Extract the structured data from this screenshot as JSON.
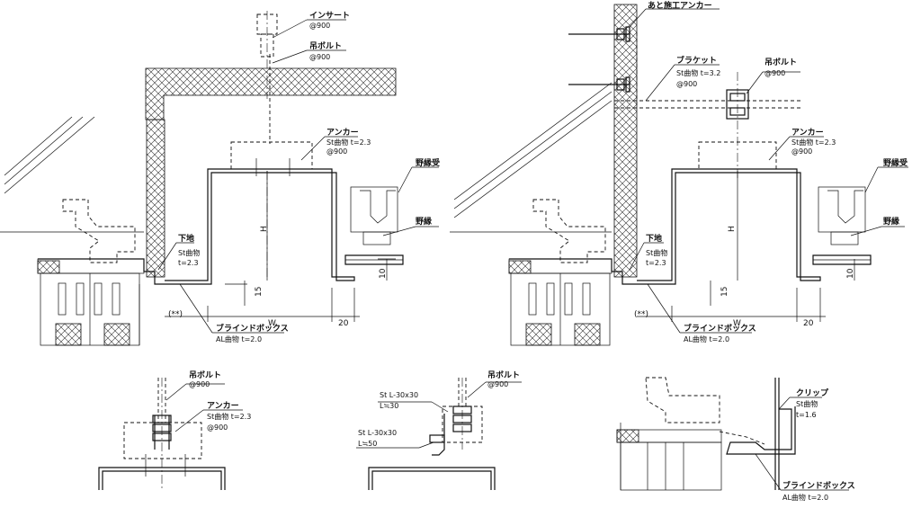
{
  "labels": {
    "insert": "インサート",
    "insert_pitch": "@900",
    "hanger_bolt": "吊ボルト",
    "hanger_bolt_pitch": "@900",
    "anchor": "アンカー",
    "anchor_spec": "St曲物 t=2.3",
    "anchor_pitch": "@900",
    "nobuchi_uke": "野縁受",
    "nobuchi": "野縁",
    "shitaji": "下地",
    "shitaji_spec": "St曲物",
    "shitaji_t": "t=2.3",
    "blind_box": "ブラインドボックス",
    "blind_box_spec": "AL曲物 t=2.0",
    "post_anchor": "あと施工アンカー",
    "bracket": "ブラケット",
    "bracket_spec": "St曲物 t=3.2",
    "bracket_pitch": "@900",
    "angle_a": "St L-30x30",
    "angle_a_len": "L≒30",
    "angle_b": "St L-30x30",
    "angle_b_len": "L≒50",
    "clip": "クリップ",
    "clip_spec": "St曲物",
    "clip_t": "t=1.6",
    "note_mark": "(**)"
  },
  "dims": {
    "h": "H",
    "w": "W",
    "d15": "15",
    "d20": "20",
    "d10": "10"
  }
}
